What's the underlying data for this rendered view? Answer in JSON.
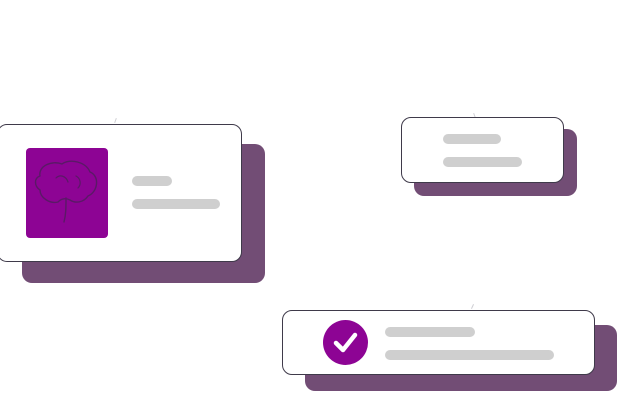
{
  "colors": {
    "shadow": "#724d75",
    "accent": "#8d0494",
    "card_border": "#3f3a4a",
    "placeholder_line": "#cfcfcf",
    "background": "#ffffff"
  },
  "cards": [
    {
      "name": "image-card",
      "icon": "brain-icon",
      "placeholder_lines": 2
    },
    {
      "name": "text-card",
      "placeholder_lines": 2
    },
    {
      "name": "task-card",
      "icon": "checkmark-icon",
      "placeholder_lines": 2
    }
  ]
}
